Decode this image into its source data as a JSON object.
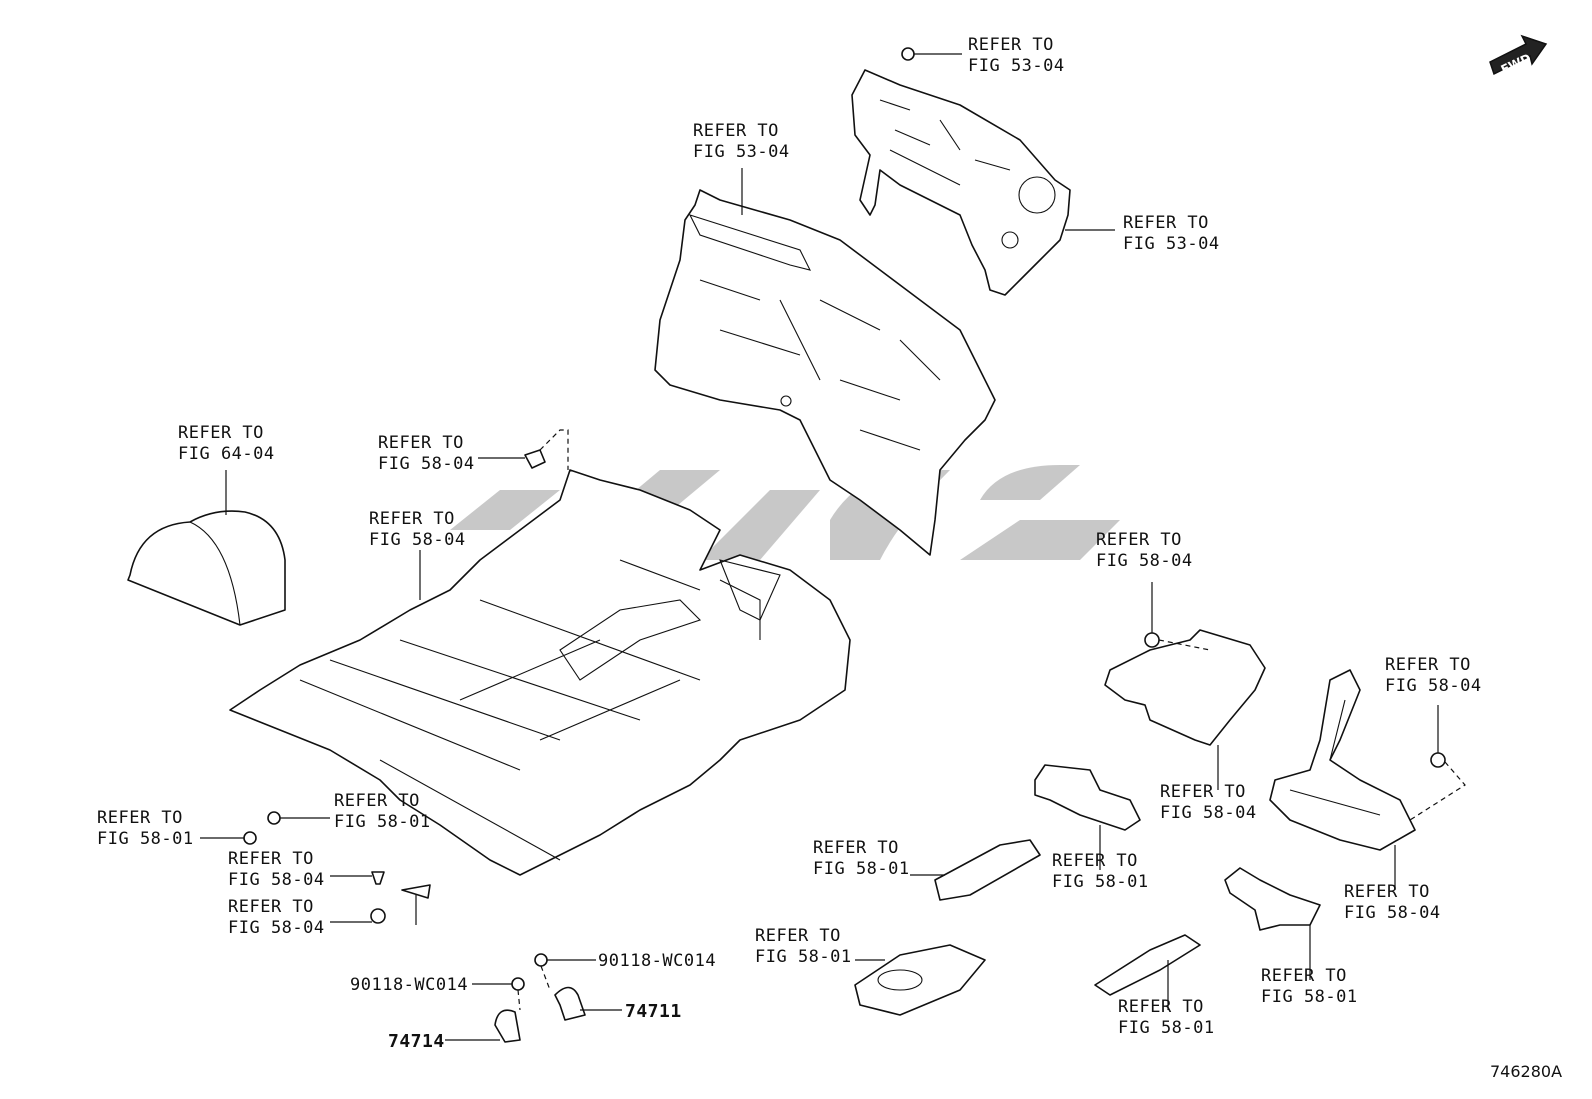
{
  "diagram": {
    "figure_number": "746280A",
    "direction_badge": "FWD",
    "callouts": [
      {
        "id": "c1",
        "line1": "REFER TO",
        "line2": "FIG 53-04"
      },
      {
        "id": "c2",
        "line1": "REFER TO",
        "line2": "FIG 53-04"
      },
      {
        "id": "c3",
        "line1": "REFER TO",
        "line2": "FIG 53-04"
      },
      {
        "id": "c4",
        "line1": "REFER TO",
        "line2": "FIG 64-04"
      },
      {
        "id": "c5",
        "line1": "REFER TO",
        "line2": "FIG 58-04"
      },
      {
        "id": "c6",
        "line1": "REFER TO",
        "line2": "FIG 58-04"
      },
      {
        "id": "c7",
        "line1": "REFER TO",
        "line2": "FIG 58-04"
      },
      {
        "id": "c8",
        "line1": "REFER TO",
        "line2": "FIG 58-04"
      },
      {
        "id": "c9",
        "line1": "REFER TO",
        "line2": "FIG 58-04"
      },
      {
        "id": "c10",
        "line1": "REFER TO",
        "line2": "FIG 58-04"
      },
      {
        "id": "c11",
        "line1": "REFER TO",
        "line2": "FIG 58-01"
      },
      {
        "id": "c12",
        "line1": "REFER TO",
        "line2": "FIG 58-01"
      },
      {
        "id": "c13",
        "line1": "REFER TO",
        "line2": "FIG 58-04"
      },
      {
        "id": "c14",
        "line1": "REFER TO",
        "line2": "FIG 58-04"
      },
      {
        "id": "c15",
        "line1": "REFER TO",
        "line2": "FIG 58-01"
      },
      {
        "id": "c16",
        "line1": "REFER TO",
        "line2": "FIG 58-01"
      },
      {
        "id": "c17",
        "line1": "REFER TO",
        "line2": "FIG 58-01"
      },
      {
        "id": "c18",
        "line1": "REFER TO",
        "line2": "FIG 58-01"
      },
      {
        "id": "c19",
        "line1": "REFER TO",
        "line2": "FIG 58-01"
      }
    ],
    "part_numbers": {
      "bolt_upper": "90118-WC014",
      "bolt_lower": "90118-WC014",
      "clamp_a": "74711",
      "clamp_b": "74714"
    }
  }
}
